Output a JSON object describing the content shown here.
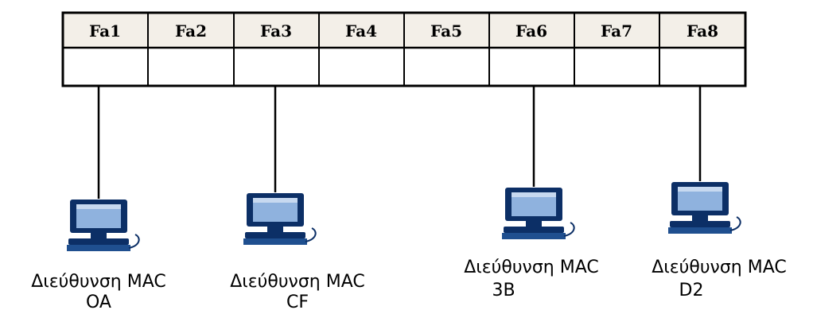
{
  "switch": {
    "ports": [
      {
        "label": "Fa1"
      },
      {
        "label": "Fa2"
      },
      {
        "label": "Fa3"
      },
      {
        "label": "Fa4"
      },
      {
        "label": "Fa5"
      },
      {
        "label": "Fa6"
      },
      {
        "label": "Fa7"
      },
      {
        "label": "Fa8"
      }
    ]
  },
  "hosts": [
    {
      "port": "Fa1",
      "caption": "Διεύθυνση MAC",
      "mac": "OA"
    },
    {
      "port": "Fa3",
      "caption": "Διεύθυνση MAC",
      "mac": "CF"
    },
    {
      "port": "Fa6",
      "caption": "Διεύθυνση MAC",
      "mac": "3B"
    },
    {
      "port": "Fa8",
      "caption": "Διεύθυνση MAC",
      "mac": "D2"
    }
  ],
  "colors": {
    "line": "#000000",
    "header_fill": "#f3efe8",
    "monitor_body": "#0c2f66",
    "monitor_screen": "#8fb2de",
    "monitor_highlight": "#c7d9f0"
  }
}
